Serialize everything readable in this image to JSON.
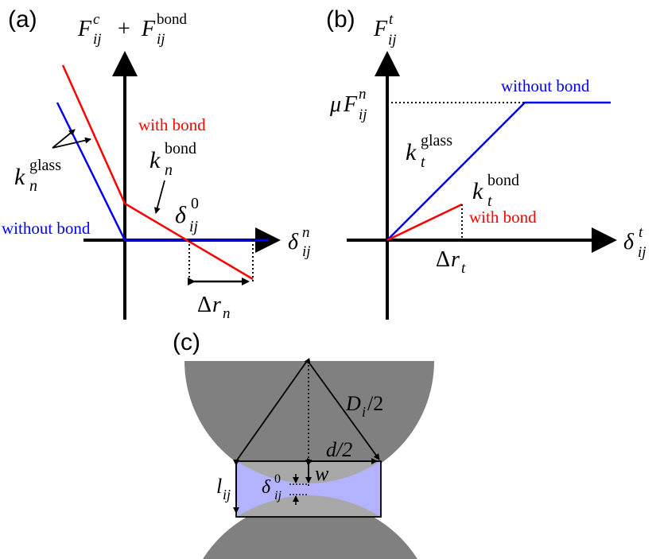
{
  "colors": {
    "bond": "#ff0000",
    "glass": "#0000ff",
    "particle": "#808080",
    "bridge_fluid": "#b3b3ff",
    "bridge_box": "#a8a8a8",
    "axis": "#000000"
  },
  "panel_a": {
    "label": "(a)",
    "y_axis_label": {
      "base": "F",
      "sub": "ij",
      "sup": "c",
      "plus": "+",
      "base2": "F",
      "sub2": "ij",
      "sup2": "bond"
    },
    "x_axis_label": {
      "base": "δ",
      "sub": "ij",
      "sup": "n"
    },
    "with_bond": "with bond",
    "without_bond": "without bond",
    "k_glass": {
      "base": "k",
      "sub": "n",
      "sup": "glass"
    },
    "k_bond": {
      "base": "k",
      "sub": "n",
      "sup": "bond"
    },
    "delta0": {
      "base": "δ",
      "sub": "ij",
      "sup": "0"
    },
    "delta_r": {
      "prefix": "Δ",
      "base": "r",
      "sub": "n"
    }
  },
  "panel_b": {
    "label": "(b)",
    "y_axis_label": {
      "base": "F",
      "sub": "ij",
      "sup": "t"
    },
    "x_axis_label": {
      "base": "δ",
      "sub": "ij",
      "sup": "t"
    },
    "mu_label": {
      "mu": "μ",
      "base": "F",
      "sub": "ij",
      "sup": "n"
    },
    "without_bond": "without bond",
    "with_bond": "with bond",
    "k_glass": {
      "base": "k",
      "sub": "t",
      "sup": "glass"
    },
    "k_bond": {
      "base": "k",
      "sub": "t",
      "sup": "bond"
    },
    "delta_r": {
      "prefix": "Δ",
      "base": "r",
      "sub": "t"
    }
  },
  "panel_c": {
    "label": "(c)",
    "radius_label": {
      "base": "D",
      "sub": "i",
      "rest": "/2"
    },
    "half_width_label": "d/2",
    "w_label": "w",
    "l_label": {
      "base": "l",
      "sub": "ij"
    },
    "delta0": {
      "base": "δ",
      "sub": "ij",
      "sup": "0"
    }
  }
}
